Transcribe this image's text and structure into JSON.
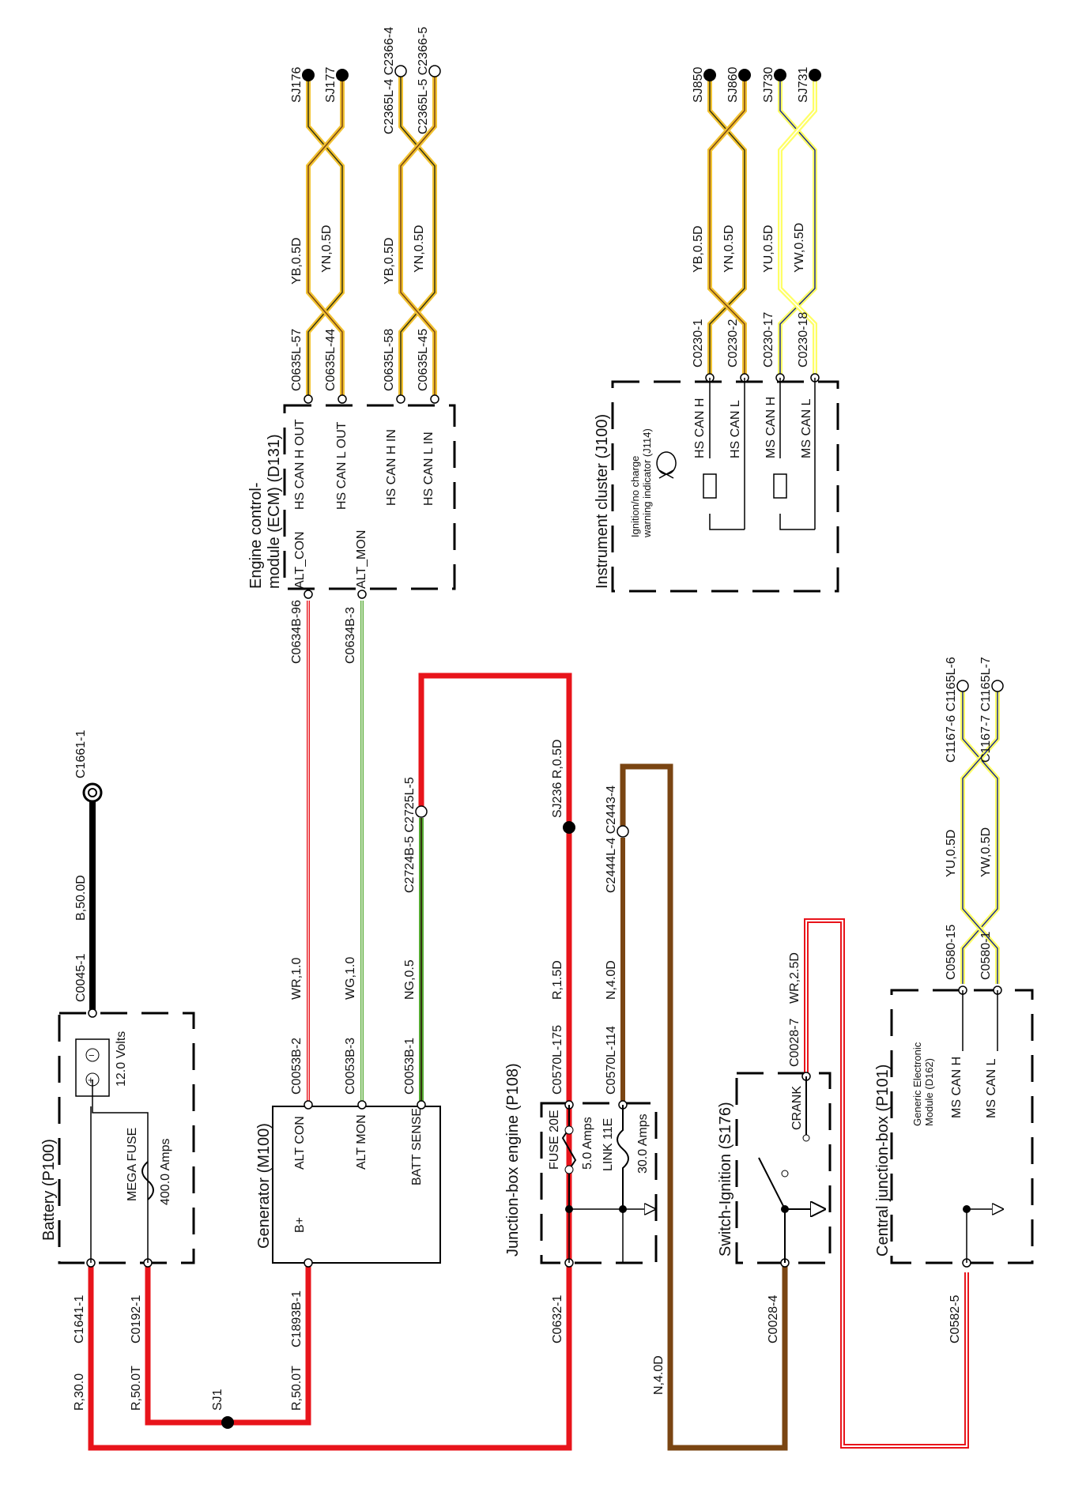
{
  "colors": {
    "red": "#e8141b",
    "black": "#000000",
    "brown": "#7a4512",
    "yellow": "#f2c230",
    "yellow_light": "#ffff66",
    "green": "#55aa33",
    "blue": "#1c2b8f",
    "dark_olive": "#333311"
  },
  "components": {
    "battery": {
      "title": "Battery (P100)",
      "volts": "12.0 Volts",
      "fuse": "MEGA FUSE",
      "fuse_amps": "400.0 Amps",
      "neg": "−",
      "pos": "+"
    },
    "generator": {
      "title": "Generator (M100)",
      "alt_con": "ALT CON",
      "alt_mon": "ALT MON",
      "batt_sense": "BATT SENSE",
      "bplus": "B+"
    },
    "jbox_engine": {
      "title": "Junction-box engine (P108)",
      "fuse": "FUSE 20E",
      "fuse_amps": "5.0 Amps",
      "link": "LINK 11E",
      "link_amps": "30.0 Amps"
    },
    "switch": {
      "title": "Switch-Ignition (S176)",
      "crank": "CRANK"
    },
    "central_jbox": {
      "title": "Central junction-box (P101)",
      "gem_line1": "Generic Electronic",
      "gem_line2": "Module (D162)",
      "ms_can_h": "MS CAN H",
      "ms_can_l": "MS CAN L"
    },
    "ecm": {
      "title_line1": "Engine control-",
      "title_line2": "module (ECM) (D131)",
      "alt_con": "ALT_CON",
      "alt_mon": "ALT_MON",
      "hs_can_h_out": "HS CAN H OUT",
      "hs_can_l_out": "HS CAN L OUT",
      "hs_can_h_in": "HS CAN H IN",
      "hs_can_l_in": "HS CAN L IN"
    },
    "cluster": {
      "title": "Instrument cluster (J100)",
      "warn_line1": "Ignition/no charge",
      "warn_line2": "warning indicator (J114)",
      "hs_can_h": "HS CAN H",
      "hs_can_l": "HS CAN L",
      "ms_can_h": "MS CAN H",
      "ms_can_l": "MS CAN L"
    }
  },
  "connectors": {
    "c1641_1": "C1641-1",
    "c0192_1": "C0192-1",
    "c1661_1": "C1661-1",
    "c0045_1": "C0045-1",
    "c1893b_1": "C1893B-1",
    "c0053b_2": "C0053B-2",
    "c0053b_3": "C0053B-3",
    "c0053b_1": "C0053B-1",
    "c0632_1": "C0632-1",
    "c0570l_175": "C0570L-175",
    "c0570l_114": "C0570L-114",
    "c0028_4": "C0028-4",
    "c0028_7": "C0028-7",
    "c0582_5": "C0582-5",
    "c0580_15": "C0580-15",
    "c0580_1": "C0580-1",
    "c0634b_96": "C0634B-96",
    "c0634b_3": "C0634B-3",
    "c2724b_c2725l": "C2724B-5 C2725L-5",
    "c2444l_c2443": "C2444L-4 C2443-4",
    "c1167_6": "C1167-6 C1165L-6",
    "c1167_7": "C1167-7 C1165L-7",
    "c0635l_57": "C0635L-57",
    "c0635l_44": "C0635L-44",
    "c0635l_58": "C0635L-58",
    "c0635l_45": "C0635L-45",
    "c2365l_4": "C2365L-4 C2366-4",
    "c2365l_5": "C2365L-5 C2366-5",
    "c0230_1": "C0230-1",
    "c0230_2": "C0230-2",
    "c0230_17": "C0230-17",
    "c0230_18": "C0230-18"
  },
  "splices": {
    "sj1": "SJ1",
    "sj236": "SJ236 R,0.5D",
    "sj176": "SJ176",
    "sj177": "SJ177",
    "sj850": "SJ850",
    "sj860": "SJ860",
    "sj730": "SJ730",
    "sj731": "SJ731"
  },
  "wires": {
    "r30": "R,30.0",
    "r50t_a": "R,50.0T",
    "r50t_b": "R,50.0T",
    "b50d": "B,50.0D",
    "wr10": "WR,1.0",
    "wg10": "WG,1.0",
    "ng05": "NG,0.5",
    "r15d": "R,1.5D",
    "n40d_a": "N,4.0D",
    "n40d_b": "N,4.0D",
    "wr25d": "WR,2.5D",
    "yu05d_a": "YU,0.5D",
    "yw05d_a": "YW,0.5D",
    "yb05d_a": "YB,0.5D",
    "yn05d_a": "YN,0.5D",
    "yb05d_b": "YB,0.5D",
    "yn05d_b": "YN,0.5D",
    "yb05d_c": "YB,0.5D",
    "yn05d_c": "YN,0.5D",
    "yu05d_b": "YU,0.5D",
    "yw05d_b": "YW,0.5D"
  }
}
